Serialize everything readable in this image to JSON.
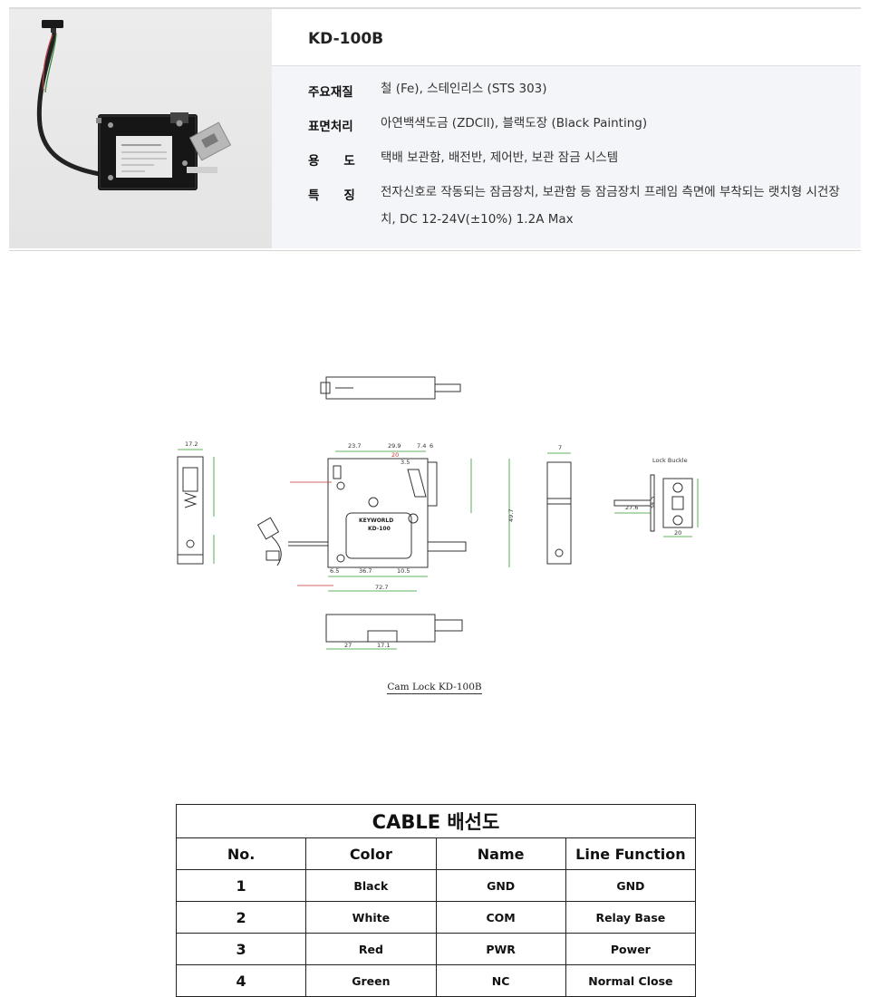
{
  "product": {
    "model": "KD-100B",
    "specs": [
      {
        "key": "주요재질",
        "value": "철 (Fe), 스테인리스 (STS 303)"
      },
      {
        "key": "표면처리",
        "value": "아연백색도금 (ZDCll), 블랙도장 (Black Painting)"
      },
      {
        "key": "용　　도",
        "value": "택배 보관함, 배전반, 제어반, 보관 잠금 시스템"
      },
      {
        "key": "특　　징",
        "value": "전자신호로 작동되는 잠금장치, 보관함 등 잠금장치 프레임 측면에 부착되는 랫치형 시건장치, DC 12-24V(±10%) 1.2A Max"
      }
    ]
  },
  "drawing": {
    "caption": "Cam Lock KD-100B",
    "label_brand": "KEYWORLD",
    "label_model": "KD-100",
    "lock_buckle": "Lock Buckle",
    "dims": {
      "d17_2": "17.2",
      "d23_7": "23.7",
      "d29_9": "29.9",
      "d7_4": "7.4",
      "d6": "6",
      "d3_5": "3.5",
      "d20": "20",
      "d36_7": "36.7",
      "d10_5": "10.5",
      "d72_7": "72.7",
      "d27": "27",
      "d17_1": "17.1",
      "d7": "7",
      "d27_6": "27.6",
      "d34_5": "34.5",
      "d49_7": "49.7",
      "d6_5": "6.5",
      "d20b": "20"
    }
  },
  "cable": {
    "title": "CABLE 배선도",
    "headers": [
      "No.",
      "Color",
      "Name",
      "Line Function"
    ],
    "rows": [
      {
        "no": "1",
        "color": "Black",
        "name": "GND",
        "func": "GND"
      },
      {
        "no": "2",
        "color": "White",
        "name": "COM",
        "func": "Relay Base"
      },
      {
        "no": "3",
        "color": "Red",
        "name": "PWR",
        "func": "Power"
      },
      {
        "no": "4",
        "color": "Green",
        "name": "NC",
        "func": "Normal Close"
      }
    ]
  }
}
